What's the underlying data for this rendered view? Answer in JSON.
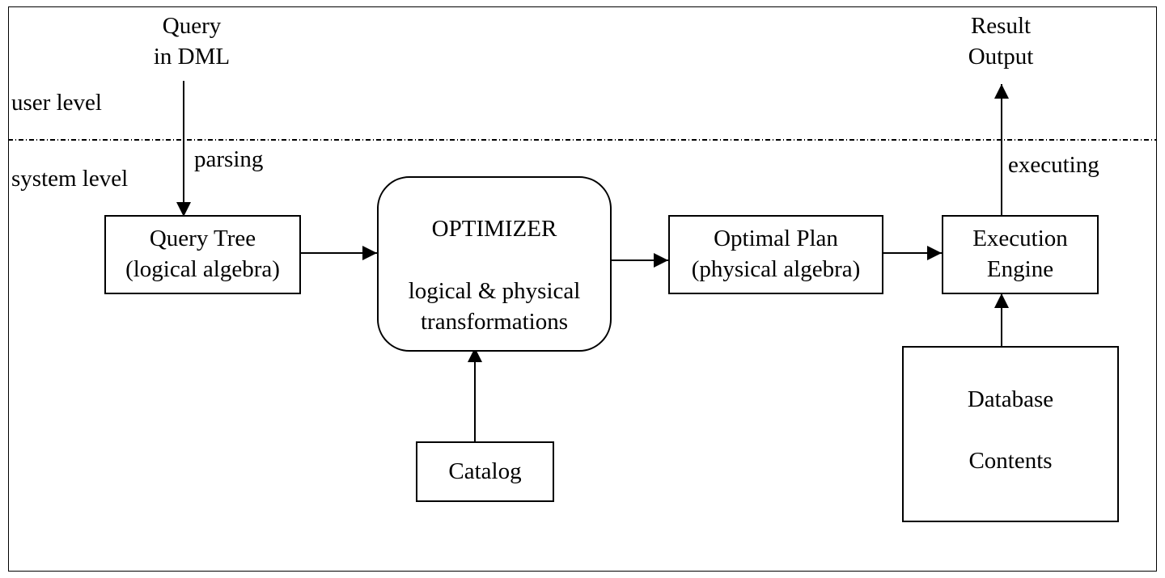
{
  "levels": {
    "user": "user level",
    "system": "system level"
  },
  "query_in": {
    "line1": "Query",
    "line2": "in DML"
  },
  "result_out": {
    "line1": "Result",
    "line2": "Output"
  },
  "edges": {
    "parsing": "parsing",
    "executing": "executing"
  },
  "nodes": {
    "query_tree": {
      "line1": "Query Tree",
      "line2": "(logical algebra)"
    },
    "optimizer": {
      "title": "OPTIMIZER",
      "line1": "logical & physical",
      "line2": "transformations"
    },
    "optimal_plan": {
      "line1": "Optimal Plan",
      "line2": "(physical algebra)"
    },
    "execution_engine": {
      "line1": "Execution",
      "line2": "Engine"
    },
    "catalog": {
      "label": "Catalog"
    },
    "database_contents": {
      "line1": "Database",
      "line2": "Contents"
    }
  }
}
